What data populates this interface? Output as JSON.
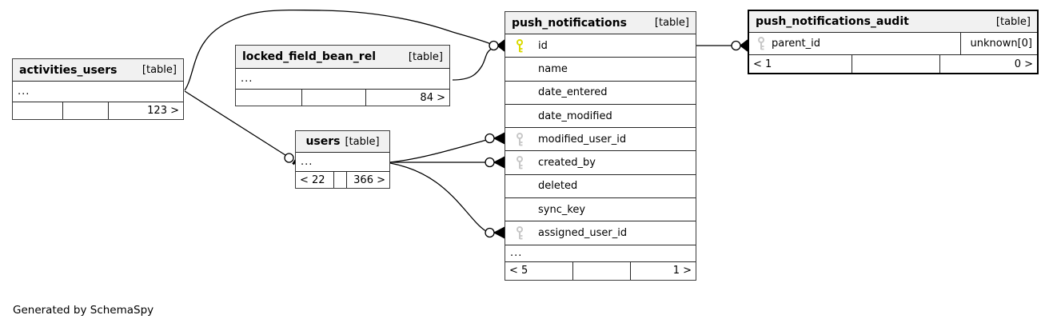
{
  "diagram": {
    "generator": "Generated by SchemaSpy",
    "colors": {
      "header_bg": "#f1f1f1",
      "border": "#3c3c3c",
      "audit_border": "#000000",
      "pk_key": "#dada00",
      "fk_key": "#c8c8c8",
      "line": "#000000"
    }
  },
  "tables": {
    "activities_users": {
      "title": "activities_users",
      "tag": "[table]",
      "ellipsis": "...",
      "footer": {
        "left": "",
        "mid": "",
        "right": "123 >"
      }
    },
    "locked_field_bean_rel": {
      "title": "locked_field_bean_rel",
      "tag": "[table]",
      "ellipsis": "...",
      "footer": {
        "left": "",
        "mid": "",
        "right": "84 >"
      }
    },
    "users": {
      "title": "users",
      "tag": "[table]",
      "ellipsis": "...",
      "footer": {
        "left": "< 22",
        "mid": "",
        "right": "366 >"
      }
    },
    "push_notifications": {
      "title": "push_notifications",
      "tag": "[table]",
      "ellipsis": "...",
      "columns": [
        {
          "name": "id",
          "key": "pk"
        },
        {
          "name": "name",
          "key": ""
        },
        {
          "name": "date_entered",
          "key": ""
        },
        {
          "name": "date_modified",
          "key": ""
        },
        {
          "name": "modified_user_id",
          "key": "fk"
        },
        {
          "name": "created_by",
          "key": "fk"
        },
        {
          "name": "deleted",
          "key": ""
        },
        {
          "name": "sync_key",
          "key": ""
        },
        {
          "name": "assigned_user_id",
          "key": "fk"
        }
      ],
      "footer": {
        "left": "< 5",
        "mid": "",
        "right": "1 >"
      }
    },
    "push_notifications_audit": {
      "title": "push_notifications_audit",
      "tag": "[table]",
      "columns": [
        {
          "name": "parent_id",
          "key": "fk",
          "type": "unknown[0]"
        }
      ],
      "footer": {
        "left": "< 1",
        "mid": "",
        "right": "0 >"
      }
    }
  },
  "relationships": [
    {
      "from": "activities_users",
      "to": "push_notifications.id"
    },
    {
      "from": "locked_field_bean_rel",
      "to": "push_notifications.id"
    },
    {
      "from": "activities_users",
      "to": "users"
    },
    {
      "from": "users",
      "to": "push_notifications.modified_user_id"
    },
    {
      "from": "users",
      "to": "push_notifications.created_by"
    },
    {
      "from": "users",
      "to": "push_notifications.assigned_user_id"
    },
    {
      "from": "push_notifications.id",
      "to": "push_notifications_audit.parent_id"
    }
  ]
}
